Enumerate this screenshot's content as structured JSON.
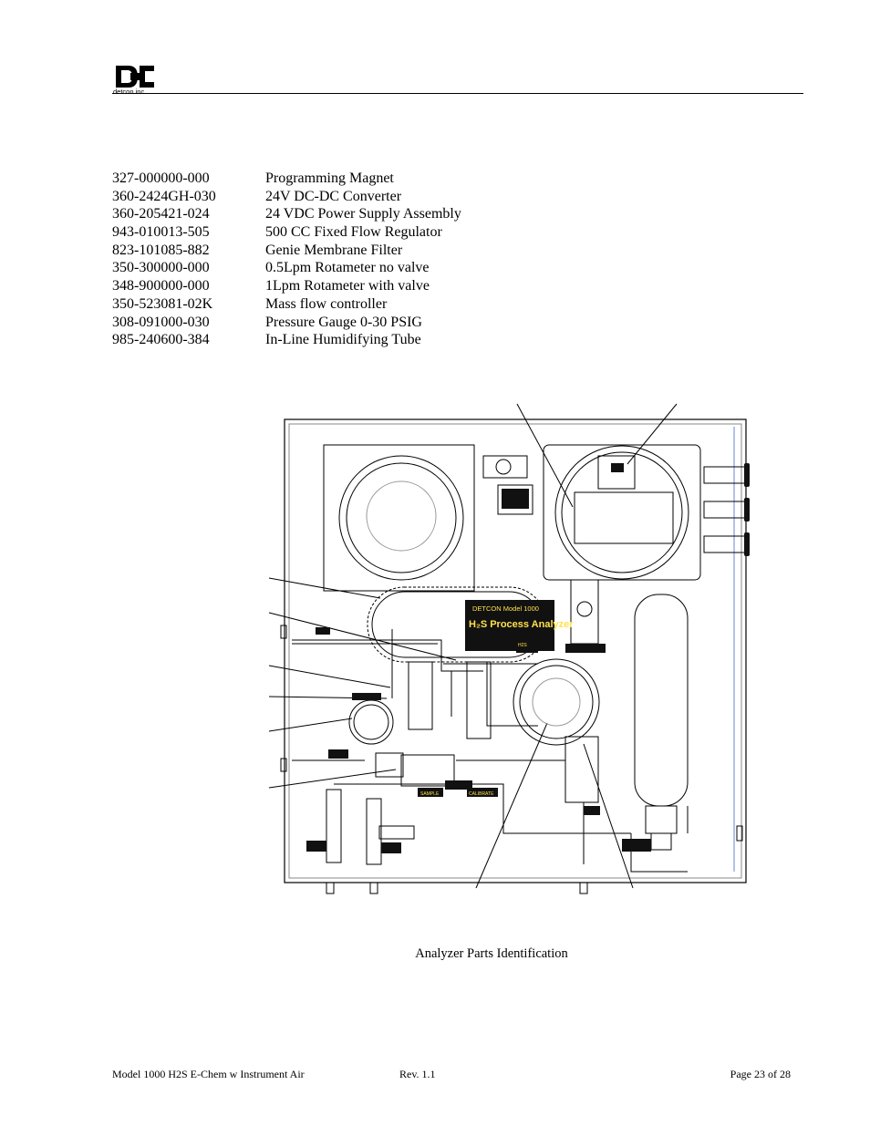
{
  "header": {
    "logo_text": "detcon inc"
  },
  "parts": [
    {
      "number": "327-000000-000",
      "description": "Programming Magnet"
    },
    {
      "number": "360-2424GH-030",
      "description": "24V DC-DC Converter"
    },
    {
      "number": "360-205421-024",
      "description": "24 VDC Power Supply Assembly"
    },
    {
      "number": "943-010013-505",
      "description": "500 CC Fixed Flow Regulator"
    },
    {
      "number": "823-101085-882",
      "description": "Genie Membrane Filter"
    },
    {
      "number": "350-300000-000",
      "description": "0.5Lpm Rotameter no valve"
    },
    {
      "number": "348-900000-000",
      "description": "1Lpm Rotameter with valve"
    },
    {
      "number": "350-523081-02K",
      "description": "Mass flow controller"
    },
    {
      "number": "308-091000-030",
      "description": "Pressure Gauge 0-30 PSIG"
    },
    {
      "number": "985-240600-384",
      "description": "In-Line Humidifying Tube"
    }
  ],
  "figure": {
    "label_model": "DETCON Model 1000",
    "label_product": "H₂S Process Analyzer",
    "label_h2s": "H2S",
    "label_sample": "SAMPLE",
    "label_calibrate": "CALIBRATE",
    "caption": "Analyzer Parts Identification"
  },
  "footer": {
    "left": "Model 1000 H2S E-Chem w Instrument Air",
    "middle": "Rev. 1.1",
    "right": "Page 23 of 28"
  }
}
